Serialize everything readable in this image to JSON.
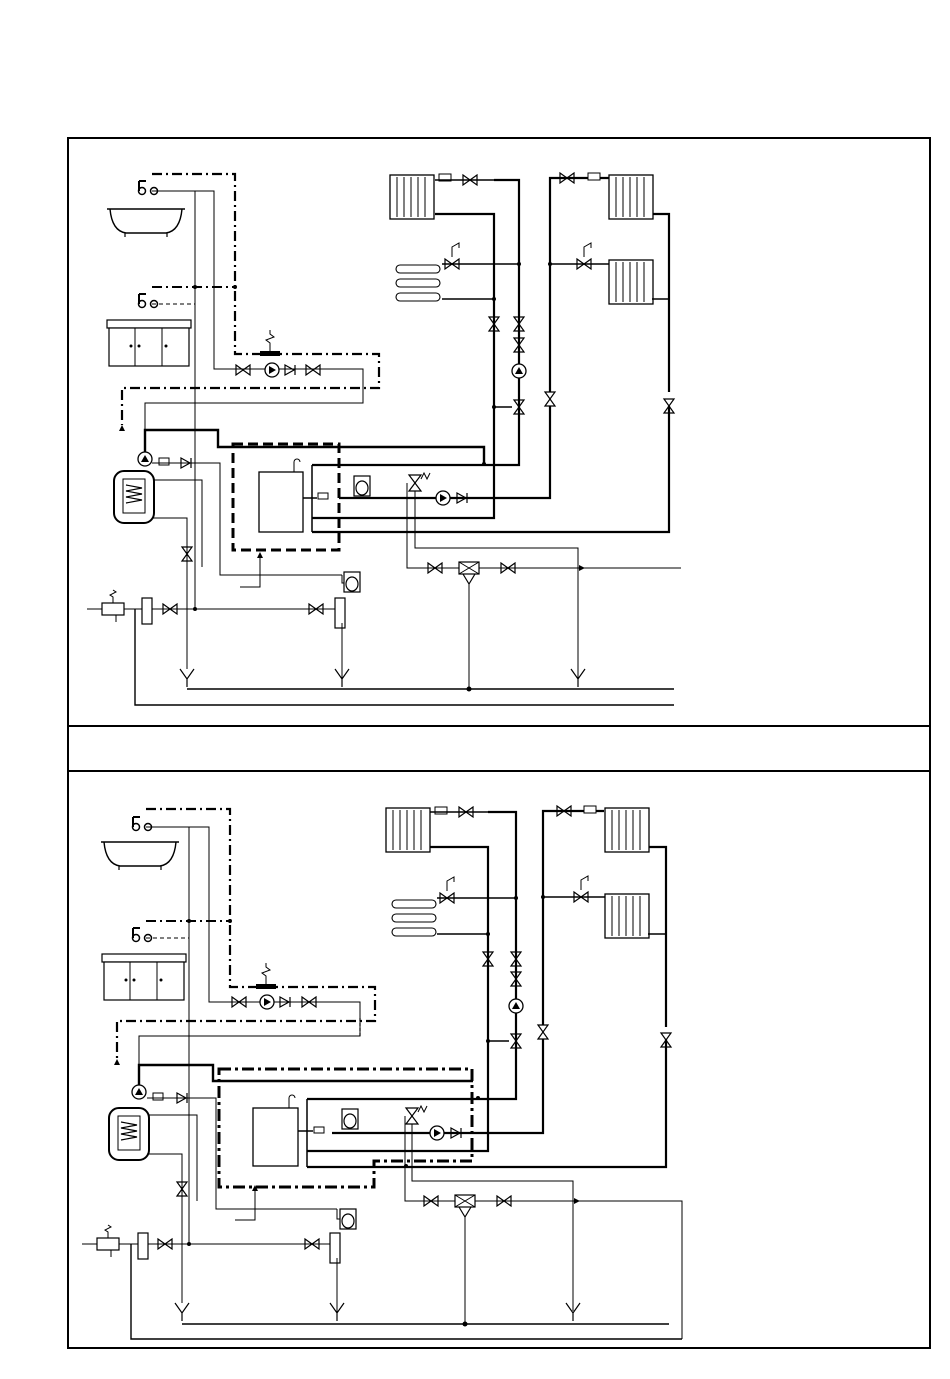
{
  "diagrams": [
    {
      "id": "schematic-a",
      "wall_appliance_frame": "dashed",
      "components": [
        "bath-tap",
        "sink-tap",
        "kitchen-sink-unit",
        "radiator",
        "radiator",
        "radiator",
        "towel-rail",
        "hot-water-cylinder",
        "boiler",
        "expansion-vessel",
        "pump",
        "pump",
        "pressure-relief-valve",
        "isolating-valve",
        "non-return-valve",
        "tundish",
        "drain-funnel"
      ]
    },
    {
      "id": "schematic-b",
      "wall_appliance_frame": "dash-dot",
      "components": [
        "bath-tap",
        "sink-tap",
        "kitchen-sink-unit",
        "radiator",
        "radiator",
        "radiator",
        "towel-rail",
        "hot-water-cylinder",
        "boiler",
        "expansion-vessel",
        "pump",
        "pump",
        "pressure-relief-valve",
        "isolating-valve",
        "non-return-valve",
        "tundish",
        "drain-funnel"
      ]
    }
  ],
  "colors": {
    "line": "#000000",
    "background": "#ffffff"
  }
}
